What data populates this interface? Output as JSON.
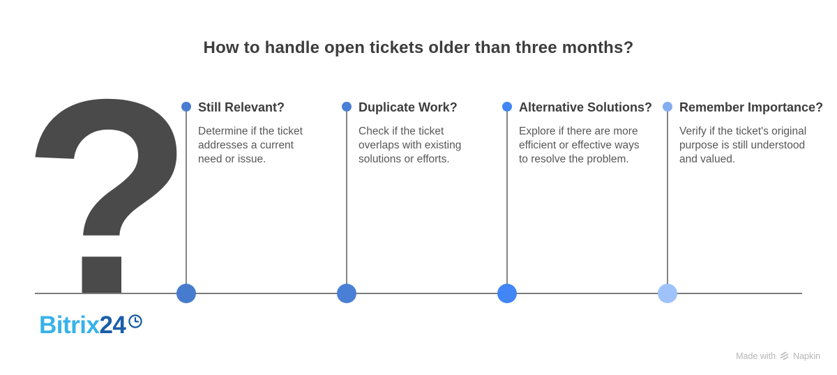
{
  "title": "How to handle open tickets older than three months?",
  "question_mark": {
    "glyph": "?",
    "color": "#4a4a4a"
  },
  "timeline": {
    "line_color": "#7b7b7b"
  },
  "columns": [
    {
      "heading": "Still Relevant?",
      "description": "Determine if the ticket addresses a current need or issue.",
      "top_dot_color": "#4a7cd0",
      "bottom_dot_color": "#477bcd"
    },
    {
      "heading": "Duplicate Work?",
      "description": "Check if the ticket overlaps with existing solutions or efforts.",
      "top_dot_color": "#4a7fd6",
      "bottom_dot_color": "#4a7fd6"
    },
    {
      "heading": "Alternative Solutions?",
      "description": "Explore if there are more efficient or effective ways to resolve the problem.",
      "top_dot_color": "#4285f4",
      "bottom_dot_color": "#4285f4"
    },
    {
      "heading": "Remember Importance?",
      "description": "Verify if the ticket's original purpose is still understood and valued.",
      "top_dot_color": "#84adf0",
      "bottom_dot_color": "#9fc2fa"
    }
  ],
  "logo": {
    "part1": "Bitrix",
    "part2": "24",
    "part1_color": "#38b2e9",
    "part2_color": "#1b5ea9",
    "clock_color": "#15599f"
  },
  "credit": {
    "prefix": "Made with",
    "brand": "Napkin",
    "color": "#b5b5b5"
  }
}
